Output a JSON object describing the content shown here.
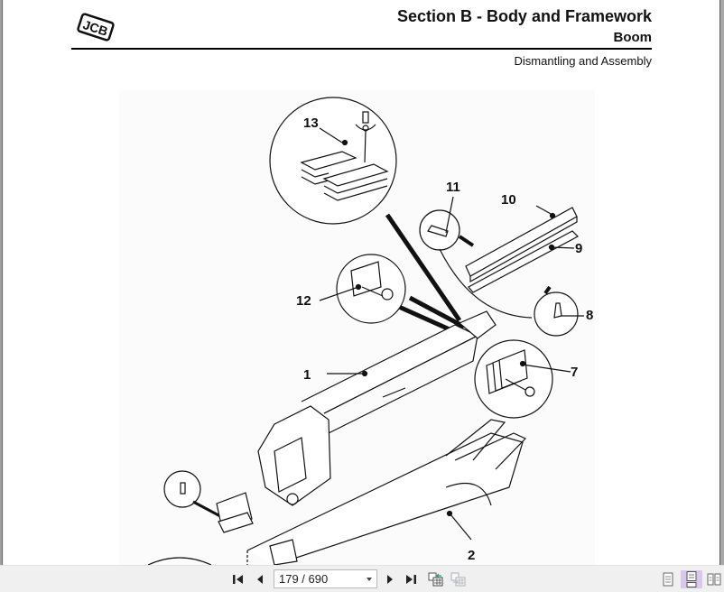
{
  "document": {
    "brand": "JCB",
    "section_title": "Section B - Body and Framework",
    "subsection_title": "Boom",
    "topic": "Dismantling and Assembly"
  },
  "diagram": {
    "callouts": [
      {
        "id": "1",
        "label": "1"
      },
      {
        "id": "2",
        "label": "2"
      },
      {
        "id": "7",
        "label": "7"
      },
      {
        "id": "8",
        "label": "8"
      },
      {
        "id": "9",
        "label": "9"
      },
      {
        "id": "10",
        "label": "10"
      },
      {
        "id": "11",
        "label": "11"
      },
      {
        "id": "12",
        "label": "12"
      },
      {
        "id": "13",
        "label": "13"
      }
    ]
  },
  "toolbar": {
    "first_page_icon": "first-page-icon",
    "prev_page_icon": "prev-page-icon",
    "page_display": "179 / 690",
    "next_page_icon": "next-page-icon",
    "last_page_icon": "last-page-icon",
    "copy_layout_icon": "copy-layout-icon",
    "paste_layout_icon": "paste-layout-icon",
    "view_modes": [
      {
        "name": "single-page",
        "active": false
      },
      {
        "name": "continuous",
        "active": true
      },
      {
        "name": "facing",
        "active": false
      }
    ],
    "active_color": "#d9c8ec"
  }
}
